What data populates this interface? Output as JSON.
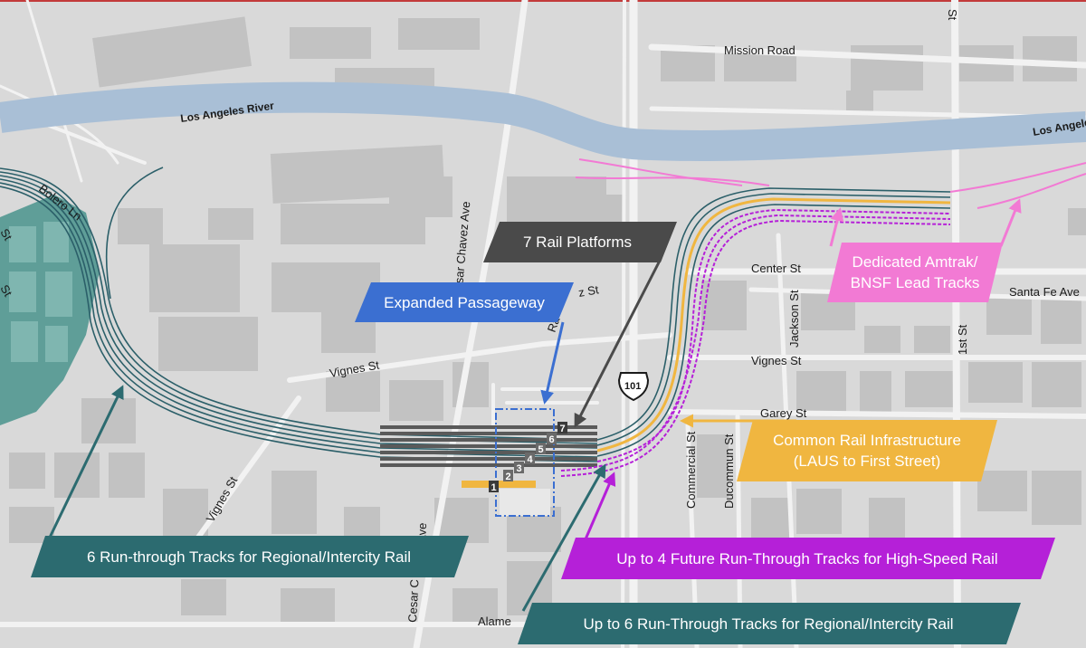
{
  "colors": {
    "background": "#d9d9d9",
    "river": "#a9bfd6",
    "building": "#c2c2c2",
    "street": "#f2f2f2",
    "regional_track": "#2b5f69",
    "hsr_track": "#b520d8",
    "amtrak_bnsf": "#f27ad4",
    "common_infra": "#f0b640",
    "passageway": "#3b6fd1",
    "platforms_label": "#4a4a4a",
    "teal_callout": "#2c6b70"
  },
  "river_labels": [
    "Los Angeles River",
    "Los Angeles River"
  ],
  "streets": {
    "mission_road": "Mission Road",
    "bolero_ln": "Bolero Ln",
    "cesar_chavez_ave_north": "Cesar Chavez Ave",
    "ramirez_st_a": "Ra",
    "ramirez_st_b": "z St",
    "center_st": "Center St",
    "santa_fe_ave": "Santa Fe Ave",
    "jackson_st": "Jackson St",
    "first_st": "1st St",
    "vignes_st_west": "Vignes St",
    "vignes_st_east": "Vignes St",
    "vignes_st_south": "Vignes St",
    "garey_st": "Garey St",
    "commercial_st": "Commercial St",
    "ducommun_st": "Ducommun St",
    "cesar_chavez_ave_south": "Cesar C",
    "ave_fragment": "Ave",
    "alameda_st": "Alame",
    "st_fragment_1": "St",
    "st_fragment_2": "St",
    "st_fragment_top": "St"
  },
  "highway_shield": "101",
  "platform_numbers": [
    "1",
    "2",
    "3",
    "4",
    "5",
    "6",
    "7"
  ],
  "callouts": {
    "rail_platforms": "7 Rail Platforms",
    "expanded_passageway": "Expanded Passageway",
    "amtrak_bnsf_line1": "Dedicated Amtrak/",
    "amtrak_bnsf_line2": "BNSF Lead Tracks",
    "common_infra_line1": "Common Rail Infrastructure",
    "common_infra_line2": "(LAUS to First Street)",
    "run_through_6": "6 Run-through Tracks for Regional/Intercity Rail",
    "hsr_future": "Up to 4 Future Run-Through Tracks for High-Speed Rail",
    "run_through_up_to_6": "Up to 6 Run-Through Tracks for  Regional/Intercity Rail"
  }
}
